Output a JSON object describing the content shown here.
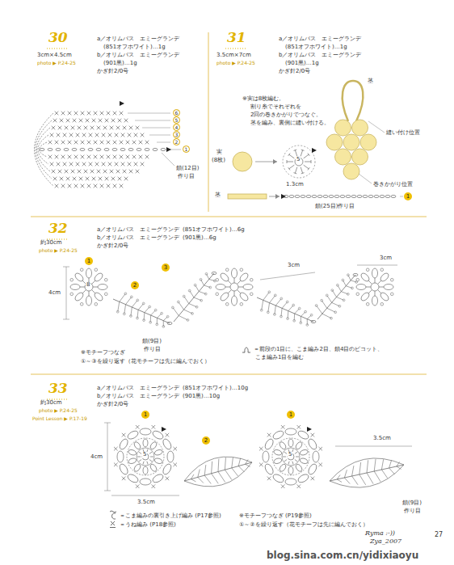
{
  "diagram": {
    "labels": [
      "30",
      "3cm×4.5cm",
      "photo ▶ P.24-25",
      "a／オリムパス　エミーグランデ",
      "(851オフホワイト)…1g",
      "b／オリムパス　エミーグランデ",
      "(901黒)…1g",
      "かぎ針2/0号",
      "6",
      "5",
      "4",
      "3",
      "2",
      "1",
      "鎖(12目)",
      "作り目",
      "31",
      "3.5cm×7cm",
      "photo ▶ P.24-25",
      "a／オリムパス　エミーグランデ",
      "(851オフホワイト)…1g",
      "b／オリムパス　エミーグランデ",
      "(901黒)…1g",
      "かぎ針2/0号",
      "※実は8枚編む。",
      "割り糸でそれぞれを",
      "2回の巻きかがりでつなぐ。",
      "茎を編み、裏側に縫い付ける。",
      "茎",
      "縫い付け位置",
      "巻きかがり位置",
      "実",
      "(8枚)",
      "5",
      "1.3cm",
      "茎",
      "鎖(25目)作り目",
      "1",
      "32",
      "約30cm",
      "photo ▶ P.24-25",
      "a／オリムパス　エミーグランデ",
      "(851オフホワイト)…6g",
      "b／オリムパス　エミーグランデ",
      "(901黒)…6g",
      "かぎ針2/0号",
      "1",
      "8",
      "2",
      "3",
      "3cm",
      "3cm",
      "4cm",
      "鎖(9目)",
      "作り目",
      "※モチーフつなぎ",
      "①～③を繰り返す（花モチーフは先に編んでおく）",
      "＝前段の1目に、こま編み2目、鎖4目のピコット、",
      "こま編み1目を編む",
      "33",
      "約30cm",
      "photo ▶ P.24-25",
      "Point Lesson ▶ P.17-19",
      "a／オリムパス　エミーグランデ",
      "(851オフホワイト)…10g",
      "b／オリムパス　エミーグランデ",
      "(901黒)…10g",
      "かぎ針2/0号",
      "1",
      "5",
      "2",
      "1",
      "5",
      "4cm",
      "3.5cm",
      "3.5cm",
      "鎖(9目)",
      "作り目",
      "＝こま編みの裏引き上げ編み (P17参照)",
      "＝うね編み (P18参照)",
      "※モチーフつなぎ (P19参照)",
      "①～②を繰り返す（花モチーフは先に編んでおく）",
      "Ryma :-))",
      "Zya_2007",
      "27",
      "blog.sina.com.cn/yidixiaoyu"
    ]
  }
}
